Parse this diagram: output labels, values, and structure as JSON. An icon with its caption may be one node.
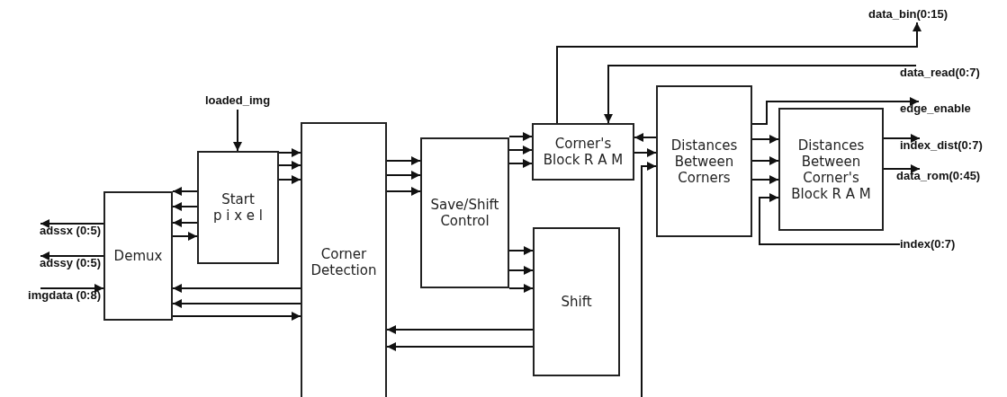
{
  "diagram": {
    "nodes": [
      {
        "text": [
          "Demux"
        ]
      },
      {
        "text": [
          "Start",
          "p i x e l"
        ]
      },
      {
        "text": [
          "Corner Detection"
        ]
      },
      {
        "text": [
          "Save/Shift Control"
        ]
      },
      {
        "text": [
          "Corner's Block R A M"
        ]
      },
      {
        "text": [
          "Shift"
        ]
      },
      {
        "text": [
          "Distances Between Corners"
        ]
      },
      {
        "text": [
          "Distances Between Corner's Block R A M"
        ]
      },
      {
        "text": [
          "loaded_img"
        ]
      },
      {
        "text": [
          "adssx (0:5)"
        ]
      },
      {
        "text": [
          "adssy (0:5)"
        ]
      },
      {
        "text": [
          "imgdata (0:8)"
        ]
      },
      {
        "text": [
          "data_bin(0:15)"
        ]
      },
      {
        "text": [
          "data_read(0:7)"
        ]
      },
      {
        "text": [
          "edge_enable"
        ]
      },
      {
        "text": [
          "index_dist(0:7)"
        ]
      },
      {
        "text": [
          "data_rom(0:45)"
        ]
      },
      {
        "text": [
          "index(0:7)"
        ]
      }
    ],
    "edges": [
      {
        "from": 8,
        "to": 1,
        "arrow": "to"
      },
      {
        "from": 1,
        "to": 2,
        "arrow": "to"
      },
      {
        "from": 1,
        "to": 2,
        "arrow": "to"
      },
      {
        "from": 1,
        "to": 2,
        "arrow": "to"
      },
      {
        "from": 1,
        "to": 0,
        "arrow": "to"
      },
      {
        "from": 1,
        "to": 0,
        "arrow": "to"
      },
      {
        "from": 1,
        "to": 0,
        "arrow": "to"
      },
      {
        "from": 0,
        "to": 1,
        "arrow": "to"
      },
      {
        "from": 0,
        "to": 9,
        "arrow": "to"
      },
      {
        "from": 0,
        "to": 10,
        "arrow": "to"
      },
      {
        "from": 11,
        "to": 0,
        "arrow": "to"
      },
      {
        "from": 2,
        "to": 0,
        "arrow": "to"
      },
      {
        "from": 2,
        "to": 0,
        "arrow": "to"
      },
      {
        "from": 0,
        "to": 2,
        "arrow": "to"
      },
      {
        "from": 2,
        "to": 3,
        "arrow": "to"
      },
      {
        "from": 2,
        "to": 3,
        "arrow": "to"
      },
      {
        "from": 2,
        "to": 3,
        "arrow": "to"
      },
      {
        "from": 3,
        "to": 4,
        "arrow": "to"
      },
      {
        "from": 3,
        "to": 4,
        "arrow": "to"
      },
      {
        "from": 3,
        "to": 4,
        "arrow": "to"
      },
      {
        "from": 3,
        "to": 5,
        "arrow": "to"
      },
      {
        "from": 3,
        "to": 5,
        "arrow": "to"
      },
      {
        "from": 3,
        "to": 5,
        "arrow": "to"
      },
      {
        "from": 5,
        "to": 2,
        "arrow": "to"
      },
      {
        "from": 5,
        "to": 2,
        "arrow": "to"
      },
      {
        "from": 4,
        "to": 12,
        "arrow": "to"
      },
      {
        "from": 13,
        "to": 4,
        "arrow": "to"
      },
      {
        "from": 6,
        "to": 4,
        "arrow": "to"
      },
      {
        "from": 4,
        "to": 6,
        "arrow": "to"
      },
      {
        "from": null,
        "to": 6,
        "arrow": "to"
      },
      {
        "from": 6,
        "to": 14,
        "arrow": "to"
      },
      {
        "from": 6,
        "to": 7,
        "arrow": "to"
      },
      {
        "from": 6,
        "to": 7,
        "arrow": "to"
      },
      {
        "from": 6,
        "to": 7,
        "arrow": "to"
      },
      {
        "from": 17,
        "to": 7,
        "arrow": "to"
      },
      {
        "from": 7,
        "to": 15,
        "arrow": "to"
      },
      {
        "from": 7,
        "to": 16,
        "arrow": "to"
      }
    ]
  }
}
